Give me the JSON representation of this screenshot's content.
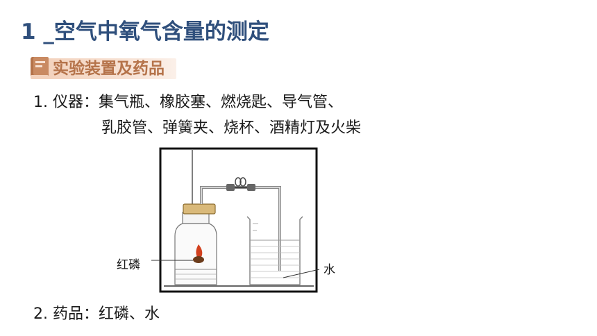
{
  "title": "1 _空气中氧气含量的测定",
  "section": {
    "heading": "实验装置及药品",
    "icon": "book-icon"
  },
  "items": {
    "instruments_line1": "1. 仪器：集气瓶、橡胶塞、燃烧匙、导气管、",
    "instruments_line2": "乳胶管、弹簧夹、烧杯、酒精灯及火柴",
    "reagents": "2. 药品：红磷、水"
  },
  "figure": {
    "label_phosphorus": "红磷",
    "label_water": "水"
  },
  "colors": {
    "title": "#2f4f7c",
    "heading": "#b5734a",
    "heading_bg": "#f3d2bd",
    "flame": "#d2401e",
    "stopper": "#d9b97a"
  }
}
